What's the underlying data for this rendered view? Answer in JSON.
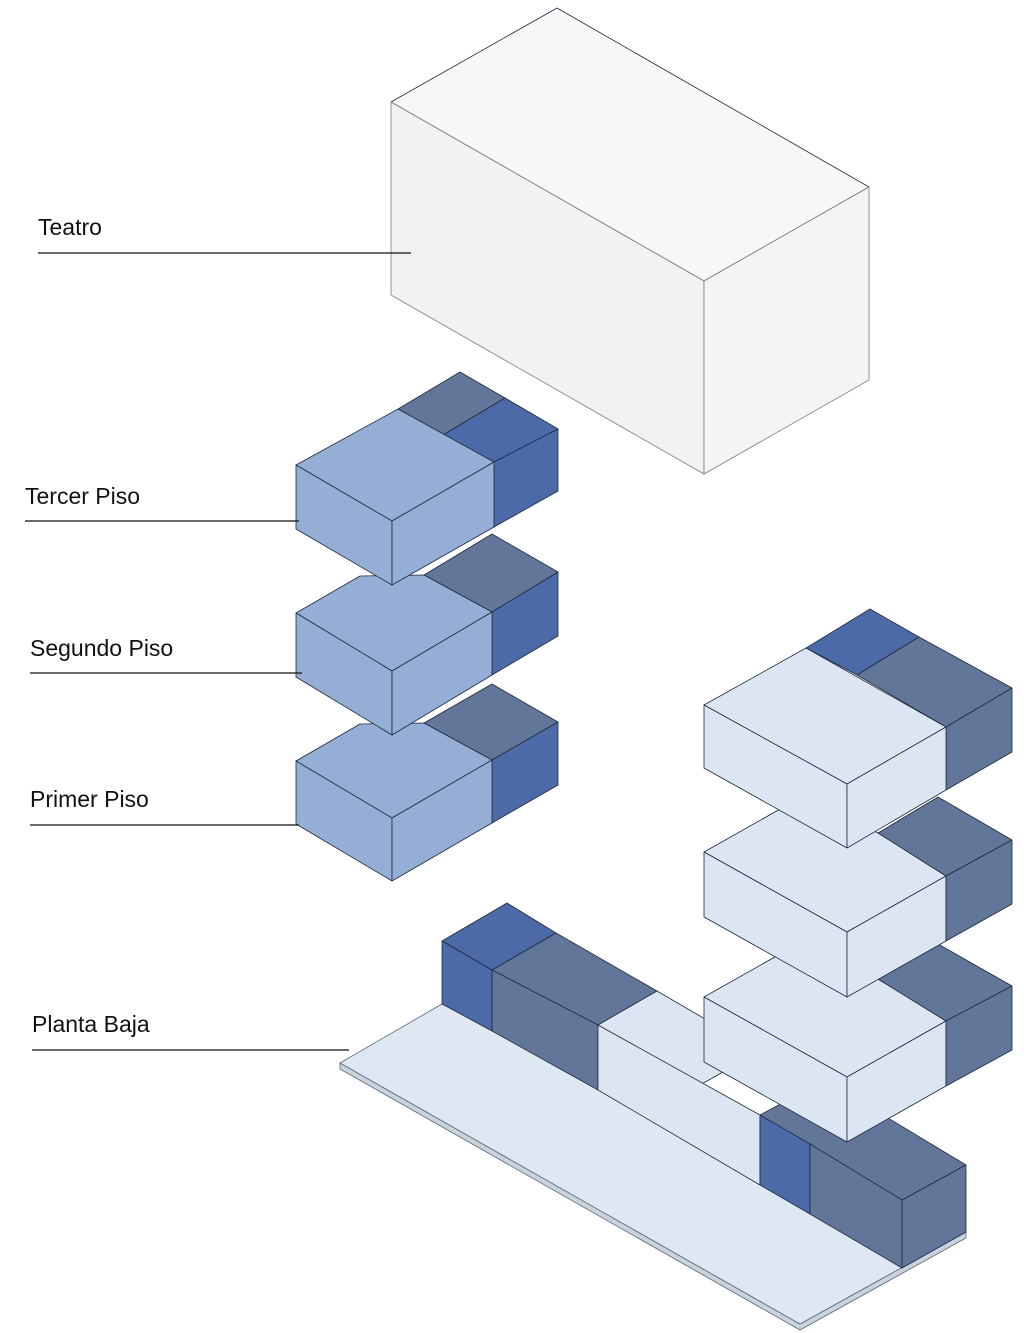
{
  "labels": {
    "teatro": "Teatro",
    "tercer_piso": "Tercer Piso",
    "segundo_piso": "Segundo Piso",
    "primer_piso": "Primer Piso",
    "planta_baja": "Planta Baja"
  },
  "colors": {
    "teatro_fill": "#f2f2f2",
    "floor_light_blue": "#95aed6",
    "floor_dark_blue": "#4d6aa8",
    "floor_slate": "#62769a",
    "floor_pale": "#dbe6f2",
    "line": "#111111"
  }
}
